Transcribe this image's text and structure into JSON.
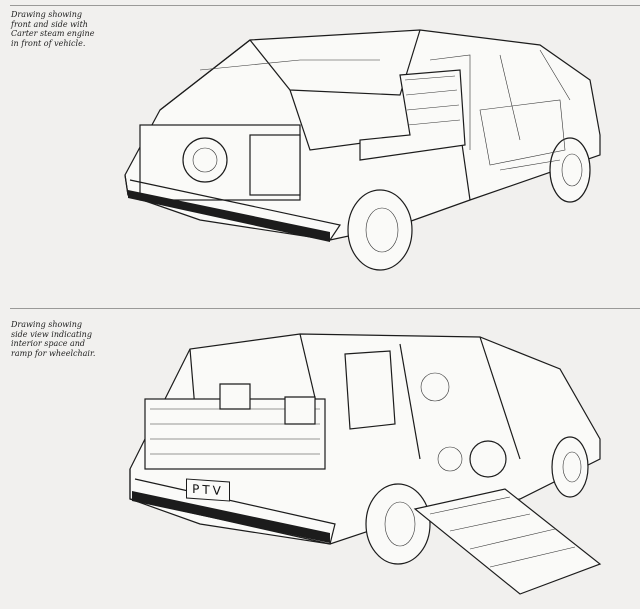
{
  "captions": {
    "top": "Drawing showing\nfront and side with\nCarter steam engine\nin front of vehicle.",
    "bottom": "Drawing showing\nside view indicating\ninterior space and\nramp for wheelchair."
  },
  "illustrations": {
    "bottom_plate": "PTV"
  }
}
